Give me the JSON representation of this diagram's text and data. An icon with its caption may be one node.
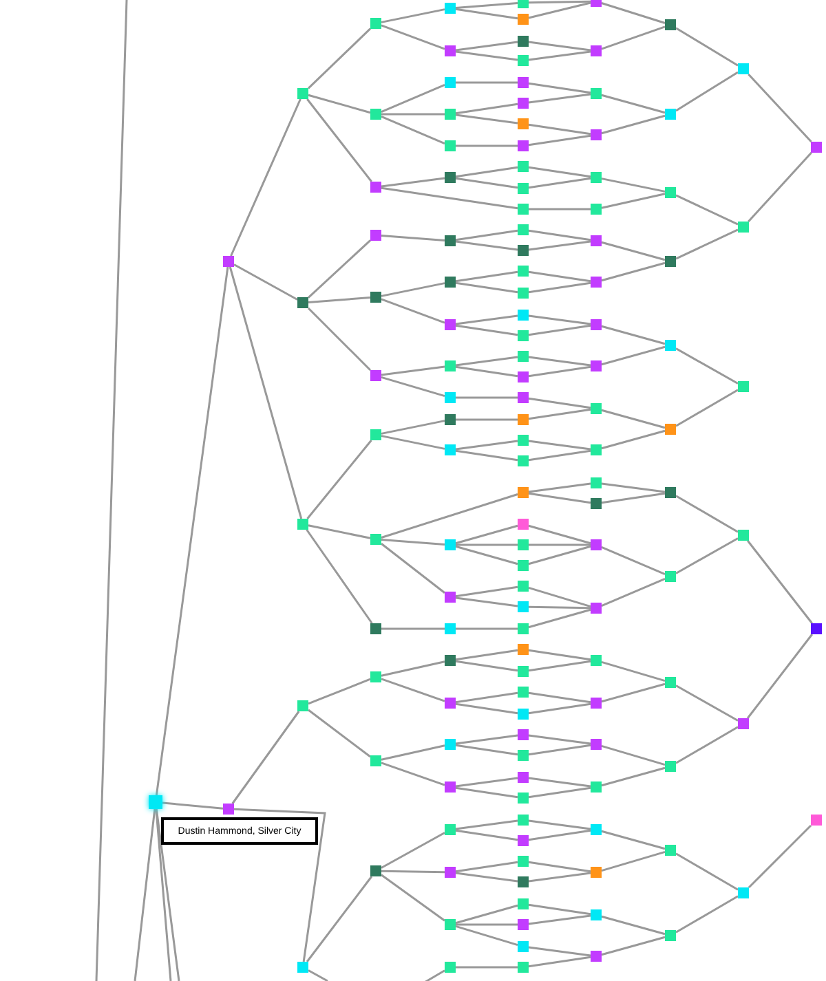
{
  "diagram": {
    "nodes": [
      {
        "text": [],
        "shape": "box"
      },
      {
        "text": [],
        "shape": "box"
      },
      {
        "text": [],
        "shape": "box"
      },
      {
        "text": [],
        "shape": "box"
      },
      {
        "text": [],
        "shape": "box"
      },
      {
        "text": [],
        "shape": "box"
      },
      {
        "text": [],
        "shape": "box"
      },
      {
        "text": [],
        "shape": "box"
      },
      {
        "text": [],
        "shape": "box"
      },
      {
        "text": [],
        "shape": "box"
      },
      {
        "text": [],
        "shape": "box"
      },
      {
        "text": [],
        "shape": "box"
      },
      {
        "text": [],
        "shape": "box"
      },
      {
        "text": [],
        "shape": "box"
      },
      {
        "text": [],
        "shape": "box"
      },
      {
        "text": [],
        "shape": "box"
      },
      {
        "text": [],
        "shape": "box"
      },
      {
        "text": [],
        "shape": "box"
      },
      {
        "text": [],
        "shape": "box"
      },
      {
        "text": [],
        "shape": "box"
      },
      {
        "text": [],
        "shape": "box"
      },
      {
        "text": [],
        "shape": "box"
      },
      {
        "text": [],
        "shape": "box"
      },
      {
        "text": [],
        "shape": "box"
      },
      {
        "text": [],
        "shape": "box"
      },
      {
        "text": [],
        "shape": "box"
      },
      {
        "text": [],
        "shape": "box"
      },
      {
        "text": [],
        "shape": "box"
      },
      {
        "text": [],
        "shape": "box"
      },
      {
        "text": [],
        "shape": "box"
      },
      {
        "text": [],
        "shape": "box"
      },
      {
        "text": [],
        "shape": "box"
      },
      {
        "text": [],
        "shape": "box"
      },
      {
        "text": [],
        "shape": "box"
      },
      {
        "text": [],
        "shape": "box"
      },
      {
        "text": [],
        "shape": "box"
      },
      {
        "text": [],
        "shape": "box"
      },
      {
        "text": [],
        "shape": "box"
      },
      {
        "text": [],
        "shape": "box"
      },
      {
        "text": [],
        "shape": "box"
      },
      {
        "text": [],
        "shape": "box"
      },
      {
        "text": [],
        "shape": "box"
      },
      {
        "text": [],
        "shape": "box"
      },
      {
        "text": [],
        "shape": "box"
      },
      {
        "text": [],
        "shape": "box"
      },
      {
        "text": [],
        "shape": "box"
      },
      {
        "text": [],
        "shape": "box"
      },
      {
        "text": [],
        "shape": "box"
      },
      {
        "text": [],
        "shape": "box"
      },
      {
        "text": [],
        "shape": "box"
      },
      {
        "text": [],
        "shape": "box"
      },
      {
        "text": [],
        "shape": "box"
      },
      {
        "text": [],
        "shape": "box"
      },
      {
        "text": [],
        "shape": "box"
      },
      {
        "text": [],
        "shape": "box"
      },
      {
        "text": [],
        "shape": "box"
      },
      {
        "text": [],
        "shape": "box"
      },
      {
        "text": [],
        "shape": "box"
      },
      {
        "text": [],
        "shape": "box"
      },
      {
        "text": [],
        "shape": "box"
      },
      {
        "text": [],
        "shape": "box"
      },
      {
        "text": [],
        "shape": "box"
      },
      {
        "text": [],
        "shape": "box"
      },
      {
        "text": [],
        "shape": "box"
      },
      {
        "text": [],
        "shape": "box"
      },
      {
        "text": [],
        "shape": "box"
      },
      {
        "text": [],
        "shape": "box"
      },
      {
        "text": [],
        "shape": "box"
      },
      {
        "text": [],
        "shape": "box"
      },
      {
        "text": [],
        "shape": "box"
      },
      {
        "text": [],
        "shape": "box"
      },
      {
        "text": [],
        "shape": "box"
      },
      {
        "text": [],
        "shape": "box"
      },
      {
        "text": [],
        "shape": "box"
      },
      {
        "text": [],
        "shape": "box"
      },
      {
        "text": [],
        "shape": "box"
      },
      {
        "text": [],
        "shape": "box"
      },
      {
        "text": [],
        "shape": "box"
      },
      {
        "text": [],
        "shape": "box"
      },
      {
        "text": [],
        "shape": "box"
      },
      {
        "text": [],
        "shape": "box"
      },
      {
        "text": [],
        "shape": "box"
      },
      {
        "text": [],
        "shape": "box"
      },
      {
        "text": [],
        "shape": "box"
      },
      {
        "text": [],
        "shape": "box"
      },
      {
        "text": [],
        "shape": "box"
      },
      {
        "text": [],
        "shape": "box"
      },
      {
        "text": [],
        "shape": "box"
      },
      {
        "text": [],
        "shape": "box"
      },
      {
        "text": [],
        "shape": "box"
      },
      {
        "text": [],
        "shape": "box"
      },
      {
        "text": [],
        "shape": "box"
      },
      {
        "text": [],
        "shape": "box"
      },
      {
        "text": [],
        "shape": "box"
      },
      {
        "text": [],
        "shape": "box"
      },
      {
        "text": [],
        "shape": "box"
      },
      {
        "text": [],
        "shape": "box"
      },
      {
        "text": [],
        "shape": "box"
      },
      {
        "text": [],
        "shape": "box"
      },
      {
        "text": [],
        "shape": "box"
      },
      {
        "text": [],
        "shape": "box"
      },
      {
        "text": [],
        "shape": "box"
      },
      {
        "text": [],
        "shape": "box"
      },
      {
        "text": [],
        "shape": "box"
      },
      {
        "text": [],
        "shape": "box"
      },
      {
        "text": [],
        "shape": "box"
      },
      {
        "text": [],
        "shape": "box"
      },
      {
        "text": [],
        "shape": "box"
      },
      {
        "text": [],
        "shape": "box"
      },
      {
        "text": [],
        "shape": "box"
      },
      {
        "text": [],
        "shape": "box"
      },
      {
        "text": [],
        "shape": "box"
      },
      {
        "text": [],
        "shape": "box"
      },
      {
        "text": [],
        "shape": "box"
      },
      {
        "text": [],
        "shape": "box"
      },
      {
        "text": [],
        "shape": "box"
      },
      {
        "text": [],
        "shape": "box"
      },
      {
        "text": [],
        "shape": "box"
      },
      {
        "text": [],
        "shape": "box"
      },
      {
        "text": [],
        "shape": "box"
      },
      {
        "text": [],
        "shape": "box"
      },
      {
        "text": [],
        "shape": "box"
      },
      {
        "text": [],
        "shape": "box"
      },
      {
        "text": [],
        "shape": "box"
      },
      {
        "text": [],
        "shape": "box"
      },
      {
        "text": [],
        "shape": "box"
      },
      {
        "text": [],
        "shape": "box"
      },
      {
        "text": [],
        "shape": "box"
      },
      {
        "text": [],
        "shape": "box"
      },
      {
        "text": [],
        "shape": "box"
      },
      {
        "text": [],
        "shape": "box"
      },
      {
        "text": [],
        "shape": "box"
      },
      {
        "text": [],
        "shape": "box"
      },
      {
        "text": [],
        "shape": "box"
      },
      {
        "text": [],
        "shape": "box"
      },
      {
        "text": [
          "Dustin Hammond, Silver City"
        ]
      }
    ],
    "edges": [
      {
        "from": 0,
        "to": 1,
        "arrow": "none"
      },
      {
        "from": 0,
        "to": 2,
        "arrow": "none"
      },
      {
        "from": 0,
        "to": null,
        "arrow": "none"
      },
      {
        "from": 0,
        "to": null,
        "arrow": "none"
      },
      {
        "from": 0,
        "to": null,
        "arrow": "none"
      },
      {
        "from": 7,
        "to": null,
        "arrow": "none"
      },
      {
        "from": null,
        "to": 43,
        "arrow": "none"
      },
      {
        "from": 1,
        "to": 3,
        "arrow": "none"
      },
      {
        "from": 1,
        "to": 4,
        "arrow": "none"
      },
      {
        "from": 1,
        "to": 5,
        "arrow": "none"
      },
      {
        "from": 2,
        "to": 6,
        "arrow": "none"
      },
      {
        "from": 2,
        "to": 7,
        "arrow": "none"
      },
      {
        "from": 3,
        "to": 8,
        "arrow": "none"
      },
      {
        "from": 3,
        "to": 9,
        "arrow": "none"
      },
      {
        "from": 3,
        "to": 10,
        "arrow": "none"
      },
      {
        "from": 4,
        "to": 11,
        "arrow": "none"
      },
      {
        "from": 4,
        "to": 12,
        "arrow": "none"
      },
      {
        "from": 4,
        "to": 13,
        "arrow": "none"
      },
      {
        "from": 5,
        "to": 14,
        "arrow": "none"
      },
      {
        "from": 5,
        "to": 15,
        "arrow": "none"
      },
      {
        "from": 5,
        "to": 16,
        "arrow": "none"
      },
      {
        "from": 6,
        "to": 17,
        "arrow": "none"
      },
      {
        "from": 6,
        "to": 18,
        "arrow": "none"
      },
      {
        "from": 7,
        "to": 19,
        "arrow": "none"
      },
      {
        "from": 8,
        "to": 20,
        "arrow": "none"
      },
      {
        "from": 8,
        "to": 21,
        "arrow": "none"
      },
      {
        "from": 9,
        "to": 22,
        "arrow": "none"
      },
      {
        "from": 9,
        "to": 23,
        "arrow": "none"
      },
      {
        "from": 9,
        "to": 24,
        "arrow": "none"
      },
      {
        "from": 10,
        "to": 25,
        "arrow": "none"
      },
      {
        "from": 10,
        "to": 54,
        "arrow": "none"
      },
      {
        "from": 11,
        "to": 26,
        "arrow": "none"
      },
      {
        "from": 12,
        "to": 27,
        "arrow": "none"
      },
      {
        "from": 12,
        "to": 28,
        "arrow": "none"
      },
      {
        "from": 13,
        "to": 29,
        "arrow": "none"
      },
      {
        "from": 13,
        "to": 30,
        "arrow": "none"
      },
      {
        "from": 14,
        "to": 31,
        "arrow": "none"
      },
      {
        "from": 14,
        "to": 32,
        "arrow": "none"
      },
      {
        "from": 15,
        "to": 67,
        "arrow": "none"
      },
      {
        "from": 15,
        "to": 33,
        "arrow": "none"
      },
      {
        "from": 15,
        "to": 34,
        "arrow": "none"
      },
      {
        "from": 16,
        "to": 35,
        "arrow": "none"
      },
      {
        "from": 17,
        "to": 36,
        "arrow": "none"
      },
      {
        "from": 17,
        "to": 37,
        "arrow": "none"
      },
      {
        "from": 18,
        "to": 38,
        "arrow": "none"
      },
      {
        "from": 18,
        "to": 39,
        "arrow": "none"
      },
      {
        "from": 19,
        "to": 40,
        "arrow": "none"
      },
      {
        "from": 19,
        "to": 41,
        "arrow": "none"
      },
      {
        "from": 19,
        "to": 42,
        "arrow": "none"
      },
      {
        "from": 20,
        "to": 44,
        "arrow": "none"
      },
      {
        "from": 20,
        "to": 45,
        "arrow": "none"
      },
      {
        "from": 21,
        "to": 46,
        "arrow": "none"
      },
      {
        "from": 21,
        "to": 47,
        "arrow": "none"
      },
      {
        "from": 22,
        "to": 48,
        "arrow": "none"
      },
      {
        "from": 23,
        "to": 49,
        "arrow": "none"
      },
      {
        "from": 23,
        "to": 50,
        "arrow": "none"
      },
      {
        "from": 24,
        "to": 51,
        "arrow": "none"
      },
      {
        "from": 25,
        "to": 52,
        "arrow": "none"
      },
      {
        "from": 25,
        "to": 53,
        "arrow": "none"
      },
      {
        "from": 26,
        "to": 55,
        "arrow": "none"
      },
      {
        "from": 26,
        "to": 56,
        "arrow": "none"
      },
      {
        "from": 27,
        "to": 57,
        "arrow": "none"
      },
      {
        "from": 27,
        "to": 58,
        "arrow": "none"
      },
      {
        "from": 28,
        "to": 59,
        "arrow": "none"
      },
      {
        "from": 28,
        "to": 60,
        "arrow": "none"
      },
      {
        "from": 29,
        "to": 61,
        "arrow": "none"
      },
      {
        "from": 29,
        "to": 62,
        "arrow": "none"
      },
      {
        "from": 30,
        "to": 63,
        "arrow": "none"
      },
      {
        "from": 31,
        "to": 64,
        "arrow": "none"
      },
      {
        "from": 32,
        "to": 65,
        "arrow": "none"
      },
      {
        "from": 32,
        "to": 66,
        "arrow": "none"
      },
      {
        "from": 33,
        "to": 68,
        "arrow": "none"
      },
      {
        "from": 33,
        "to": 69,
        "arrow": "none"
      },
      {
        "from": 33,
        "to": 70,
        "arrow": "none"
      },
      {
        "from": 34,
        "to": 71,
        "arrow": "none"
      },
      {
        "from": 34,
        "to": 72,
        "arrow": "none"
      },
      {
        "from": 35,
        "to": 73,
        "arrow": "none"
      },
      {
        "from": 36,
        "to": 74,
        "arrow": "none"
      },
      {
        "from": 36,
        "to": 75,
        "arrow": "none"
      },
      {
        "from": 37,
        "to": 76,
        "arrow": "none"
      },
      {
        "from": 37,
        "to": 77,
        "arrow": "none"
      },
      {
        "from": 38,
        "to": 78,
        "arrow": "none"
      },
      {
        "from": 38,
        "to": 79,
        "arrow": "none"
      },
      {
        "from": 39,
        "to": 80,
        "arrow": "none"
      },
      {
        "from": 39,
        "to": 81,
        "arrow": "none"
      },
      {
        "from": 40,
        "to": 82,
        "arrow": "none"
      },
      {
        "from": 40,
        "to": 83,
        "arrow": "none"
      },
      {
        "from": 41,
        "to": 84,
        "arrow": "none"
      },
      {
        "from": 41,
        "to": 85,
        "arrow": "none"
      },
      {
        "from": 42,
        "to": 86,
        "arrow": "none"
      },
      {
        "from": 42,
        "to": 87,
        "arrow": "none"
      },
      {
        "from": 42,
        "to": 88,
        "arrow": "none"
      },
      {
        "from": 43,
        "to": 89,
        "arrow": "none"
      },
      {
        "from": 44,
        "to": 90,
        "arrow": "none"
      },
      {
        "from": 45,
        "to": 90,
        "arrow": "none"
      },
      {
        "from": 46,
        "to": 91,
        "arrow": "none"
      },
      {
        "from": 47,
        "to": 91,
        "arrow": "none"
      },
      {
        "from": 48,
        "to": 92,
        "arrow": "none"
      },
      {
        "from": 49,
        "to": 92,
        "arrow": "none"
      },
      {
        "from": 50,
        "to": 93,
        "arrow": "none"
      },
      {
        "from": 51,
        "to": 93,
        "arrow": "none"
      },
      {
        "from": 52,
        "to": 94,
        "arrow": "none"
      },
      {
        "from": 53,
        "to": 94,
        "arrow": "none"
      },
      {
        "from": 54,
        "to": 95,
        "arrow": "none"
      },
      {
        "from": 55,
        "to": 96,
        "arrow": "none"
      },
      {
        "from": 56,
        "to": 96,
        "arrow": "none"
      },
      {
        "from": 57,
        "to": 97,
        "arrow": "none"
      },
      {
        "from": 58,
        "to": 97,
        "arrow": "none"
      },
      {
        "from": 59,
        "to": 98,
        "arrow": "none"
      },
      {
        "from": 60,
        "to": 98,
        "arrow": "none"
      },
      {
        "from": 61,
        "to": 99,
        "arrow": "none"
      },
      {
        "from": 62,
        "to": 99,
        "arrow": "none"
      },
      {
        "from": 63,
        "to": 100,
        "arrow": "none"
      },
      {
        "from": 64,
        "to": 100,
        "arrow": "none"
      },
      {
        "from": 65,
        "to": 101,
        "arrow": "none"
      },
      {
        "from": 66,
        "to": 101,
        "arrow": "none"
      },
      {
        "from": 67,
        "to": 102,
        "arrow": "none"
      },
      {
        "from": 67,
        "to": 103,
        "arrow": "none"
      },
      {
        "from": 68,
        "to": 104,
        "arrow": "none"
      },
      {
        "from": 69,
        "to": 104,
        "arrow": "none"
      },
      {
        "from": 70,
        "to": 104,
        "arrow": "none"
      },
      {
        "from": 71,
        "to": 105,
        "arrow": "none"
      },
      {
        "from": 72,
        "to": 105,
        "arrow": "none"
      },
      {
        "from": 73,
        "to": 105,
        "arrow": "none"
      },
      {
        "from": 74,
        "to": 106,
        "arrow": "none"
      },
      {
        "from": 75,
        "to": 106,
        "arrow": "none"
      },
      {
        "from": 76,
        "to": 107,
        "arrow": "none"
      },
      {
        "from": 77,
        "to": 107,
        "arrow": "none"
      },
      {
        "from": 78,
        "to": 108,
        "arrow": "none"
      },
      {
        "from": 79,
        "to": 108,
        "arrow": "none"
      },
      {
        "from": 80,
        "to": 109,
        "arrow": "none"
      },
      {
        "from": 81,
        "to": 109,
        "arrow": "none"
      },
      {
        "from": 82,
        "to": 110,
        "arrow": "none"
      },
      {
        "from": 83,
        "to": 110,
        "arrow": "none"
      },
      {
        "from": 84,
        "to": 111,
        "arrow": "none"
      },
      {
        "from": 85,
        "to": 111,
        "arrow": "none"
      },
      {
        "from": 86,
        "to": 112,
        "arrow": "none"
      },
      {
        "from": 87,
        "to": 112,
        "arrow": "none"
      },
      {
        "from": 88,
        "to": 113,
        "arrow": "none"
      },
      {
        "from": 89,
        "to": 113,
        "arrow": "none"
      },
      {
        "from": 90,
        "to": 114,
        "arrow": "none"
      },
      {
        "from": 91,
        "to": 114,
        "arrow": "none"
      },
      {
        "from": 92,
        "to": 115,
        "arrow": "none"
      },
      {
        "from": 93,
        "to": 115,
        "arrow": "none"
      },
      {
        "from": 94,
        "to": 116,
        "arrow": "none"
      },
      {
        "from": 95,
        "to": 116,
        "arrow": "none"
      },
      {
        "from": 96,
        "to": 117,
        "arrow": "none"
      },
      {
        "from": 97,
        "to": 117,
        "arrow": "none"
      },
      {
        "from": 98,
        "to": 118,
        "arrow": "none"
      },
      {
        "from": 99,
        "to": 118,
        "arrow": "none"
      },
      {
        "from": 100,
        "to": 119,
        "arrow": "none"
      },
      {
        "from": 101,
        "to": 119,
        "arrow": "none"
      },
      {
        "from": 102,
        "to": 120,
        "arrow": "none"
      },
      {
        "from": 103,
        "to": 120,
        "arrow": "none"
      },
      {
        "from": 104,
        "to": 121,
        "arrow": "none"
      },
      {
        "from": 105,
        "to": 121,
        "arrow": "none"
      },
      {
        "from": 106,
        "to": 122,
        "arrow": "none"
      },
      {
        "from": 107,
        "to": 122,
        "arrow": "none"
      },
      {
        "from": 108,
        "to": 123,
        "arrow": "none"
      },
      {
        "from": 109,
        "to": 123,
        "arrow": "none"
      },
      {
        "from": 110,
        "to": 124,
        "arrow": "none"
      },
      {
        "from": 111,
        "to": 124,
        "arrow": "none"
      },
      {
        "from": 112,
        "to": 125,
        "arrow": "none"
      },
      {
        "from": 113,
        "to": 125,
        "arrow": "none"
      },
      {
        "from": 114,
        "to": 126,
        "arrow": "none"
      },
      {
        "from": 115,
        "to": 126,
        "arrow": "none"
      },
      {
        "from": 116,
        "to": 127,
        "arrow": "none"
      },
      {
        "from": 117,
        "to": 127,
        "arrow": "none"
      },
      {
        "from": 118,
        "to": 128,
        "arrow": "none"
      },
      {
        "from": 119,
        "to": 128,
        "arrow": "none"
      },
      {
        "from": 120,
        "to": 129,
        "arrow": "none"
      },
      {
        "from": 121,
        "to": 129,
        "arrow": "none"
      },
      {
        "from": 122,
        "to": 130,
        "arrow": "none"
      },
      {
        "from": 123,
        "to": 130,
        "arrow": "none"
      },
      {
        "from": 124,
        "to": 131,
        "arrow": "none"
      },
      {
        "from": 125,
        "to": 131,
        "arrow": "none"
      },
      {
        "from": 126,
        "to": 132,
        "arrow": "none"
      },
      {
        "from": 127,
        "to": 132,
        "arrow": "none"
      },
      {
        "from": 129,
        "to": 133,
        "arrow": "none"
      },
      {
        "from": 130,
        "to": 133,
        "arrow": "none"
      },
      {
        "from": 131,
        "to": 134,
        "arrow": "none"
      }
    ]
  }
}
